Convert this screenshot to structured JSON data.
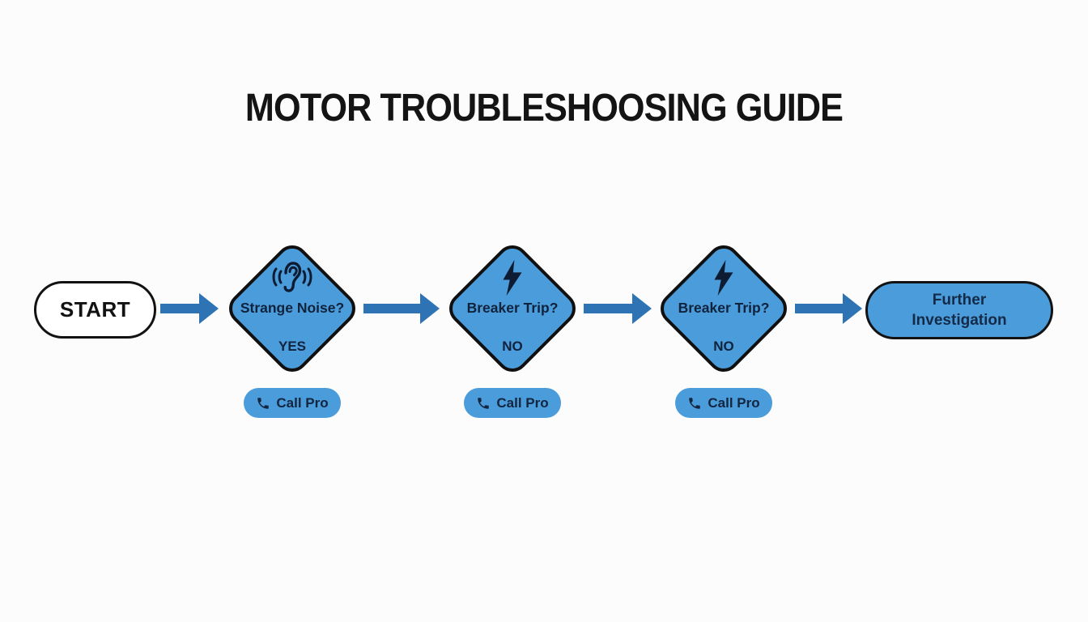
{
  "title": "MOTOR TROUBLESHOOSING GUIDE",
  "colors": {
    "node_fill": "#4B9CDB",
    "arrow": "#2E74B5",
    "node_border": "#111111",
    "dark_text": "#142A47",
    "background": "#FCFCFC"
  },
  "flow": {
    "start_label": "START",
    "steps": [
      {
        "icon": "ear-icon",
        "question": "Strange Noise?",
        "answer": "YES",
        "action_label": "Call Pro",
        "action_icon": "phone-icon"
      },
      {
        "icon": "lightning-icon",
        "question": "Breaker Trip?",
        "answer": "NO",
        "action_label": "Call Pro",
        "action_icon": "phone-icon"
      },
      {
        "icon": "lightning-icon",
        "question": "Breaker Trip?",
        "answer": "NO",
        "action_label": "Call Pro",
        "action_icon": "phone-icon"
      }
    ],
    "end_label": "Further\nInvestigation"
  }
}
